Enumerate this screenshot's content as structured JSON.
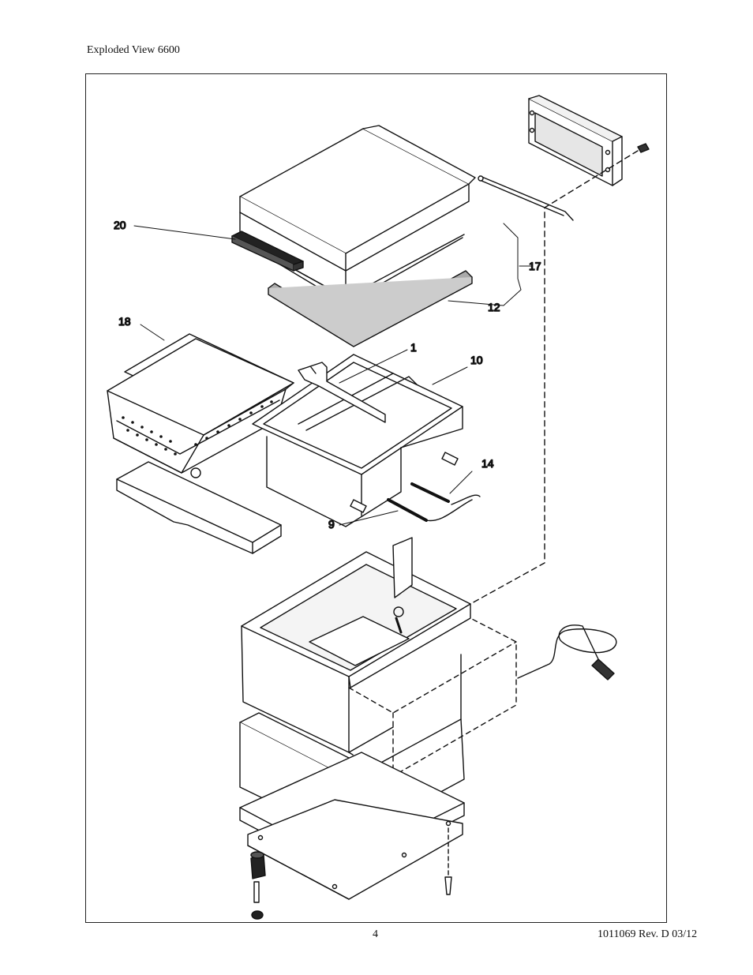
{
  "header": {
    "title": "Exploded View 6600"
  },
  "footer": {
    "page_number": "4",
    "doc_rev": "1011069 Rev. D 03/12"
  },
  "callouts": {
    "c20": "20",
    "c17": "17",
    "c12": "12",
    "c18": "18",
    "c1": "1",
    "c10": "10",
    "c14": "14",
    "c9": "9"
  }
}
